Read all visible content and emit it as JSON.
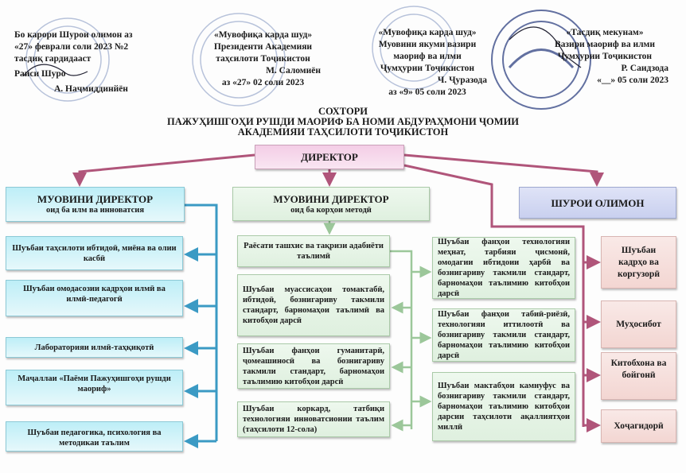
{
  "approvals": [
    {
      "lines": [
        "Бо карори Шурои олимон аз",
        "«27» феврали соли 2023 №2",
        "тасдиқ гардидааст",
        "Раиси Шуро",
        "А. Наҷмиддинйён"
      ]
    },
    {
      "lines": [
        "«Мувофиқа карда шуд»",
        "Президенти Академияи",
        "таҳсилоти Тоҷикистон",
        "М. Саломиён",
        "аз «27» 02 соли 2023"
      ]
    },
    {
      "lines": [
        "«Мувофиқа карда шуд»",
        "Муовини якуми вазири",
        "маориф ва илми",
        "Ҷумҳурии Тоҷикистон",
        "Ч. Ҷуразода",
        "аз «9» 05 соли 2023"
      ]
    },
    {
      "lines": [
        "«Тасдиқ мекунам»",
        "Вазири маориф ва илми",
        "Ҷумҳурии Тоҷикистон",
        "Р. Саидзода",
        "«__» 05 соли 2023"
      ]
    }
  ],
  "title": [
    "СОХТОРИ",
    "ПАЖУҲИШГОҲИ РУШДИ МАОРИФ БА НОМИ АБДУРАҲМОНИ ҶОМИИ",
    "АКАДЕМИЯИ ТАҲСИЛОТИ ТОҶИКИСТОН"
  ],
  "director": "ДИРЕКТОР",
  "vp_science": {
    "title": "МУОВИНИ ДИРЕКТОР",
    "subtitle": "оид ба илм ва инноватсия"
  },
  "vp_method": {
    "title": "МУОВИНИ ДИРЕКТОР",
    "subtitle": "оид ба корҳои методӣ"
  },
  "council": "ШУРОИ ОЛИМОН",
  "science_units": [
    "Шуъбаи таҳсилоти ибтидоӣ, миёна ва олии касбӣ",
    "Шуъбаи омодасозии кадрҳои илмӣ ва илмӣ-педагогӣ",
    "Лабораторияи илмӣ-таҳқиқотӣ",
    "Маҷаллаи «Паёми Пажуҳишгоҳи рушди маориф»",
    "Шуъбаи педагогика, психология ва методикаи таълим"
  ],
  "method_units_left": [
    "Раёсати ташхис ва тақризи адабиёти таълимӣ",
    "Шуъбаи муассисаҳои томактабӣ, ибтидоӣ, бознигариву такмили стандарт, барномаҳои таълимӣ ва китобҳои дарсӣ",
    "Шуъбаи фанҳои гуманитарӣ, ҷомеашиносӣ ва бознигариву такмили стандарт, барномаҳои таълимию китобҳои дарсӣ",
    "Шуъбаи коркард, татбиқи технологияи инноватсионии таълим (таҳсилоти 12-сола)"
  ],
  "method_units_right": [
    "Шуъбаи фанҳои технологияи меҳнат, тарбияи ҷисмонӣ, омодагии ибтидоии ҳарбӣ ва бознигариву такмили стандарт, барномаҳои таълимию китобҳои дарсӣ",
    "Шуъбаи фанҳои табиӣ-риёзӣ, технологияи иттилоотӣ ва бознигариву такмили стандарт, барномаҳои таълимию китобҳои дарсӣ",
    "Шуъбаи мактабҳои камнуфус ва бознигариву такмили стандарт, барномаҳои таълимию китобҳои дарсии таҳсилоти ақаллиятҳои миллӣ"
  ],
  "admin_units": [
    "Шуъбаи кадрҳо ва коргузорӣ",
    "Муҳосибот",
    "Китобхона ва бойгонӣ",
    "Хоҷагидорӣ"
  ],
  "colors": {
    "pink_line": "#b0557a",
    "blue_line": "#3b9ac4",
    "green_line": "#9cc79a"
  }
}
